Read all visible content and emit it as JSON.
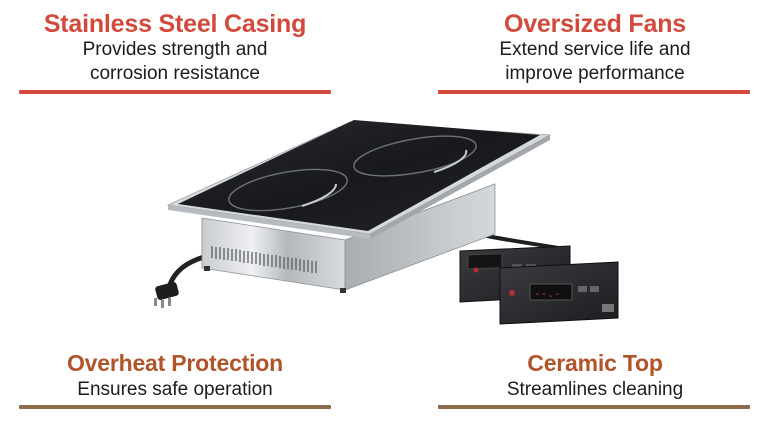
{
  "features": [
    {
      "title": "Stainless Steel Casing",
      "desc_line1": "Provides strength and",
      "desc_line2": "corrosion resistance"
    },
    {
      "title": "Oversized Fans",
      "desc_line1": "Extend service life and",
      "desc_line2": "improve performance"
    },
    {
      "title": "Overheat Protection",
      "desc_line1": "Ensures safe operation"
    },
    {
      "title": "Ceramic Top",
      "desc_line1": "Streamlines cleaning"
    }
  ],
  "colors": {
    "top_accent": "#d24a3c",
    "bottom_title": "#b0542a",
    "bottom_rule": "#8d6b4a"
  }
}
